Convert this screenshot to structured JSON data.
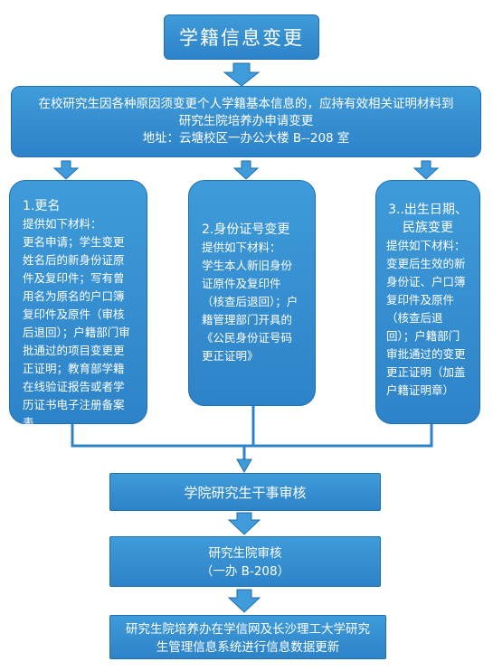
{
  "title": "学籍信息变更",
  "intro": {
    "text": "在校研究生因各种原因须变更个人学籍基本信息的，应持有效相关证明材料到研究生院培养办申请变更",
    "address": "地址：云塘校区一办公大楼 B--208 室"
  },
  "columns": [
    {
      "heading": "1.更名",
      "subheading": "提供如下材料：",
      "body": "更名申请；学生变更姓名后的新身份证原件及复印件；写有曾用名为原名的户口簿复印件及原件（审核后退回）；户籍部门审批通过的项目变更更正证明；教育部学籍在线验证报告或者学历证书电子注册备案表"
    },
    {
      "heading": "2.身份证号变更",
      "subheading": "提供如下材料：",
      "body": "学生本人新旧身份证原件及复印件（核查后退回）；户籍管理部门开具的《公民身份证号码更正证明》"
    },
    {
      "heading": "3..出生日期、民族变更",
      "subheading": "提供如下材料：",
      "body": "变更后生效的新身份证、户口簿复印件及原件（核查后退回）；户籍部门审批通过的变更更正证明（加盖户籍证明章）"
    }
  ],
  "steps": [
    {
      "line1": "学院研究生干事审核",
      "line2": ""
    },
    {
      "line1": "研究生院审核",
      "line2": "（一办 B-208）"
    },
    {
      "line1": "研究生院培养办在学信网及长沙理工大学研究",
      "line2": "生管理信息系统进行信息数据更新"
    }
  ],
  "colors": {
    "box": "#2d83c8",
    "arrow": "#3f9bd9",
    "text": "#ffffff"
  }
}
